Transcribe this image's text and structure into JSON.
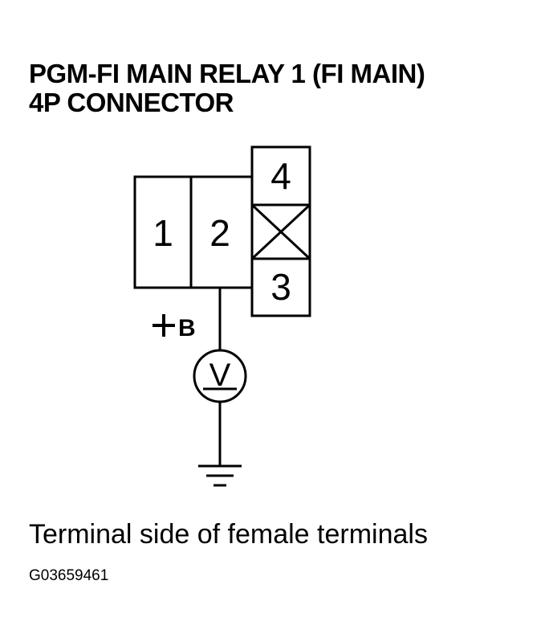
{
  "title": {
    "line1": "PGM-FI MAIN RELAY 1 (FI MAIN)",
    "line2": "4P CONNECTOR"
  },
  "connector": {
    "terminals": [
      "1",
      "2",
      "3",
      "4"
    ]
  },
  "meter": {
    "symbol": "V"
  },
  "supply_label": "+B",
  "caption": "Terminal side of female terminals",
  "figure_id": "G03659461"
}
